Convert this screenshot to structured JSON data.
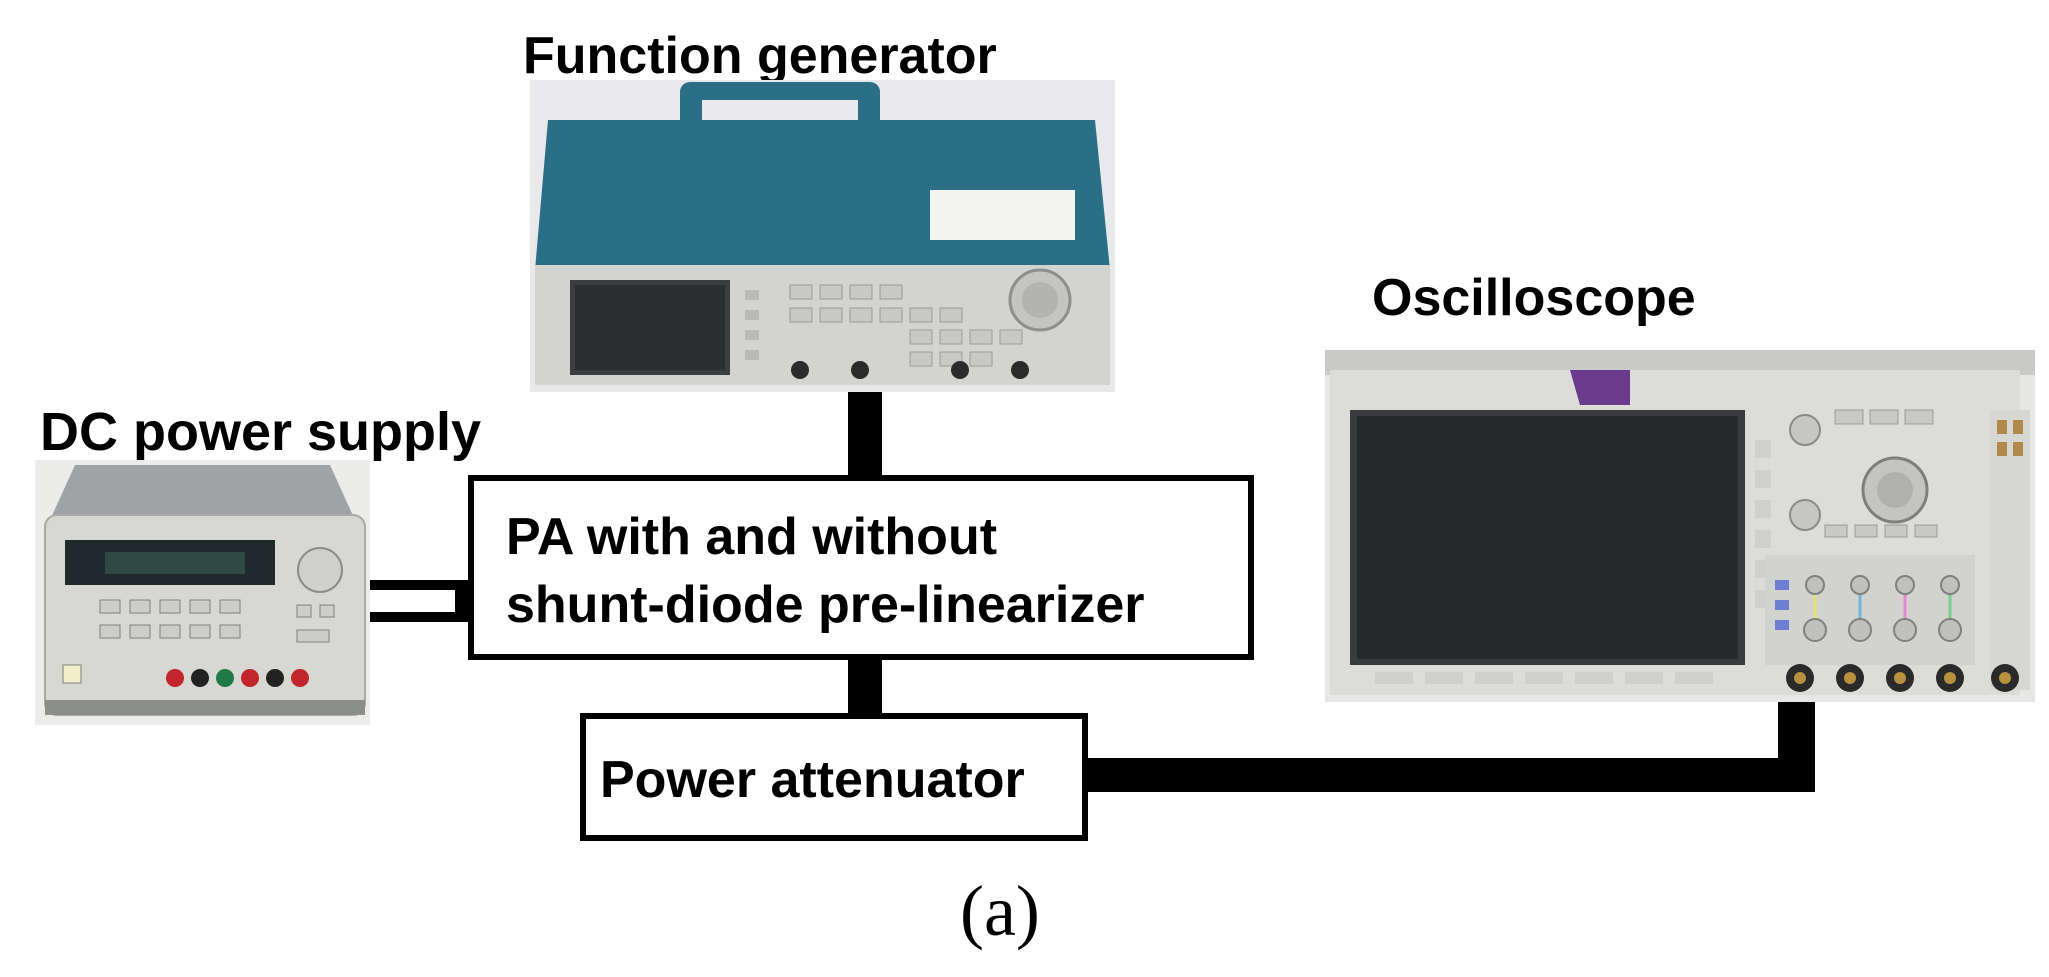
{
  "labels": {
    "function_generator": "Function generator",
    "oscilloscope": "Oscilloscope",
    "dc_power_supply": "DC power supply"
  },
  "pa_box": {
    "line1": "PA with and without",
    "line2": "shunt-diode pre-linearizer"
  },
  "attenuator_box": {
    "label": "Power attenuator"
  },
  "caption": "(a)",
  "colors": {
    "tektronix_blue": "#2a6f86",
    "instrument_gray": "#d9dad6",
    "screen_dark": "#2c2d2f",
    "connector_black": "#000000"
  },
  "photos": {
    "function_generator": "function-generator-photo",
    "oscilloscope": "oscilloscope-photo",
    "dc_power_supply": "dc-power-supply-photo"
  }
}
